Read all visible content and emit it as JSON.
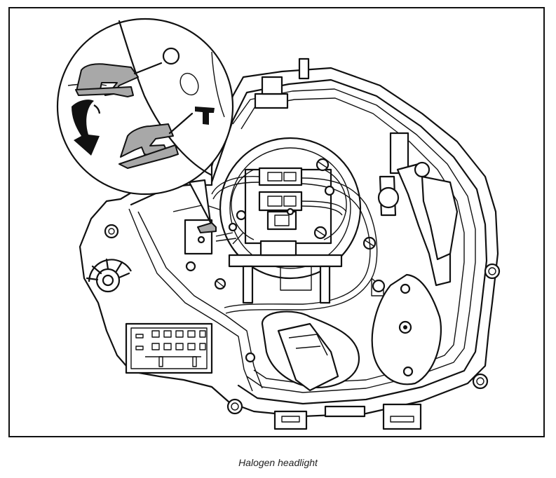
{
  "figure": {
    "caption": "Halogen headlight",
    "callout": {
      "symbol_open": "O",
      "symbol_closed": "T"
    }
  }
}
